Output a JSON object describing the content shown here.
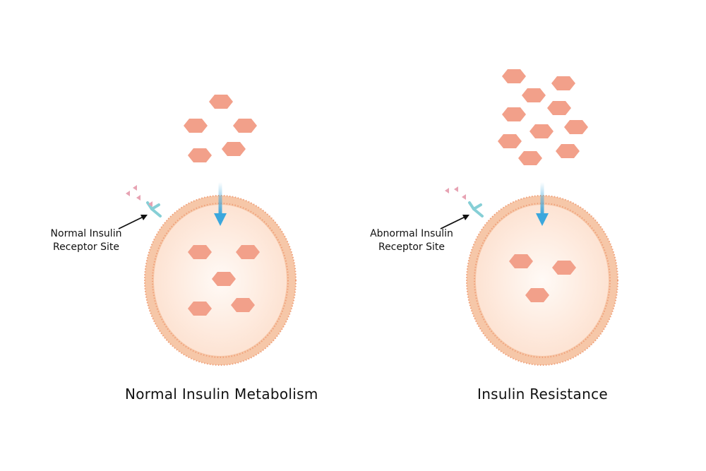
{
  "panels": [
    {
      "title": "Normal Insulin Metabolism",
      "label_line1": "Normal Insulin",
      "label_line2": "Receptor Site",
      "glucose_outside_count": 5,
      "glucose_inside_count": 5
    },
    {
      "title": "Insulin Resistance",
      "label_line1": "Abnormal Insulin",
      "label_line2": "Receptor Site",
      "glucose_outside_count": 10,
      "glucose_inside_count": 3
    }
  ],
  "colors": {
    "glucose": "#f2a08a",
    "membrane": "#f6c7a8",
    "cell_inner": "#fdece2",
    "arrow": "#3ba7dd",
    "receptor": "#86cfd6",
    "insulin": "#e7a3b3"
  }
}
